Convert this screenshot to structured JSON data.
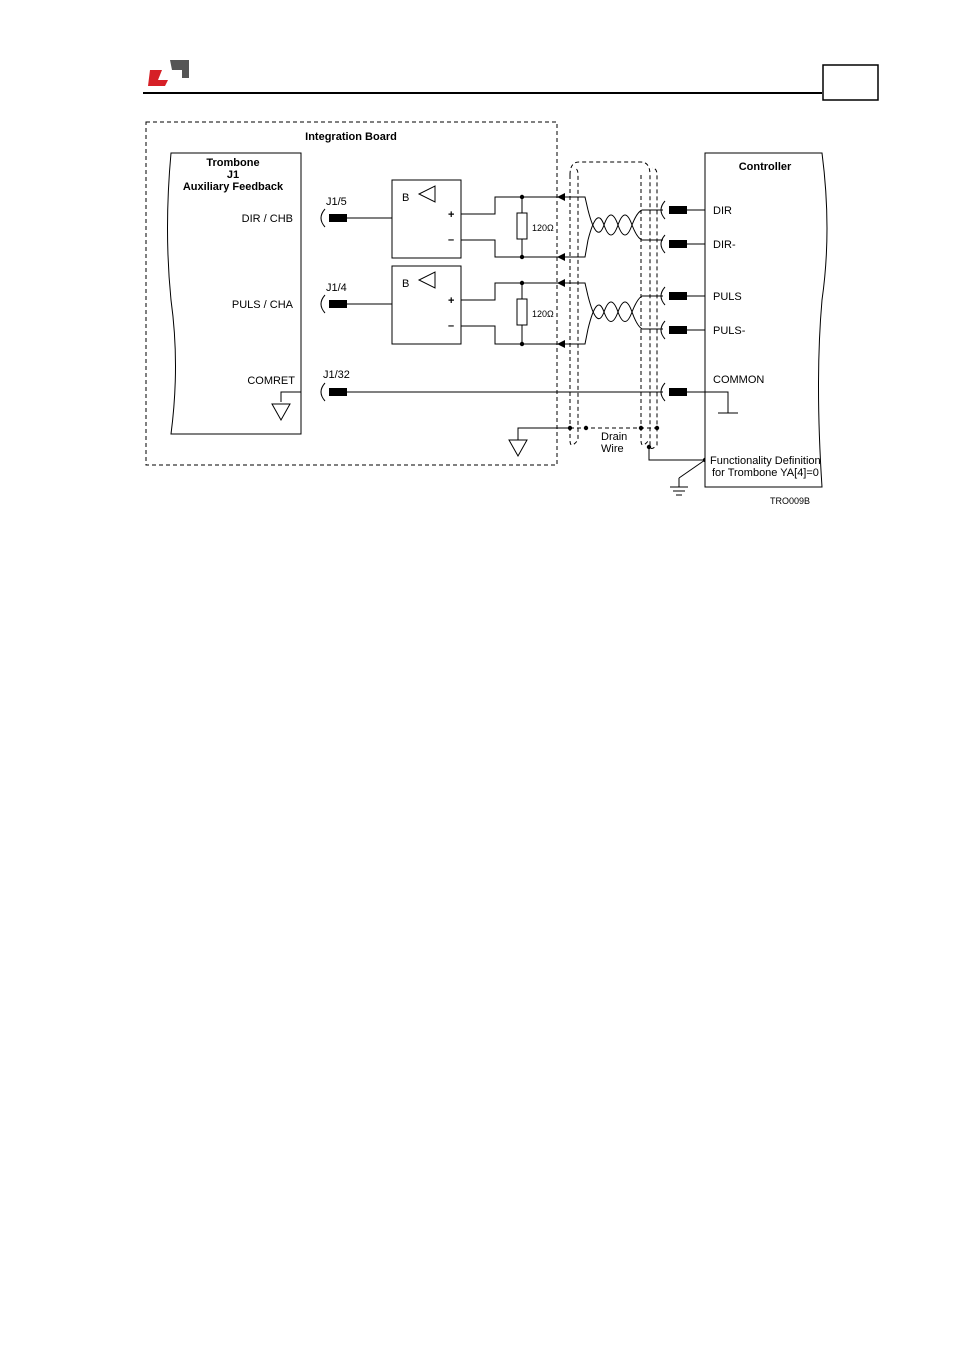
{
  "header": {
    "page_number": ""
  },
  "diagram": {
    "integration_board": "Integration Board",
    "trombone": {
      "line1": "Trombone",
      "line2": "J1",
      "line3": "Auxiliary Feedback"
    },
    "trombone_pins": [
      "DIR / CHB",
      "PULS / CHA",
      "COMRET"
    ],
    "connectors": [
      "J1/5",
      "J1/4",
      "J1/32"
    ],
    "buffer_label": "B",
    "plus": "+",
    "minus": "–",
    "resistor": "120Ω",
    "controller": "Controller",
    "controller_pins": [
      "DIR",
      "DIR-",
      "PULS",
      "PULS-",
      "COMMON"
    ],
    "drain": {
      "line1": "Drain",
      "line2": "Wire"
    },
    "functionality": {
      "line1": "Functionality Definition",
      "line2": "for Trombone YA[4]=0"
    },
    "figure_id": "TRO009B"
  }
}
